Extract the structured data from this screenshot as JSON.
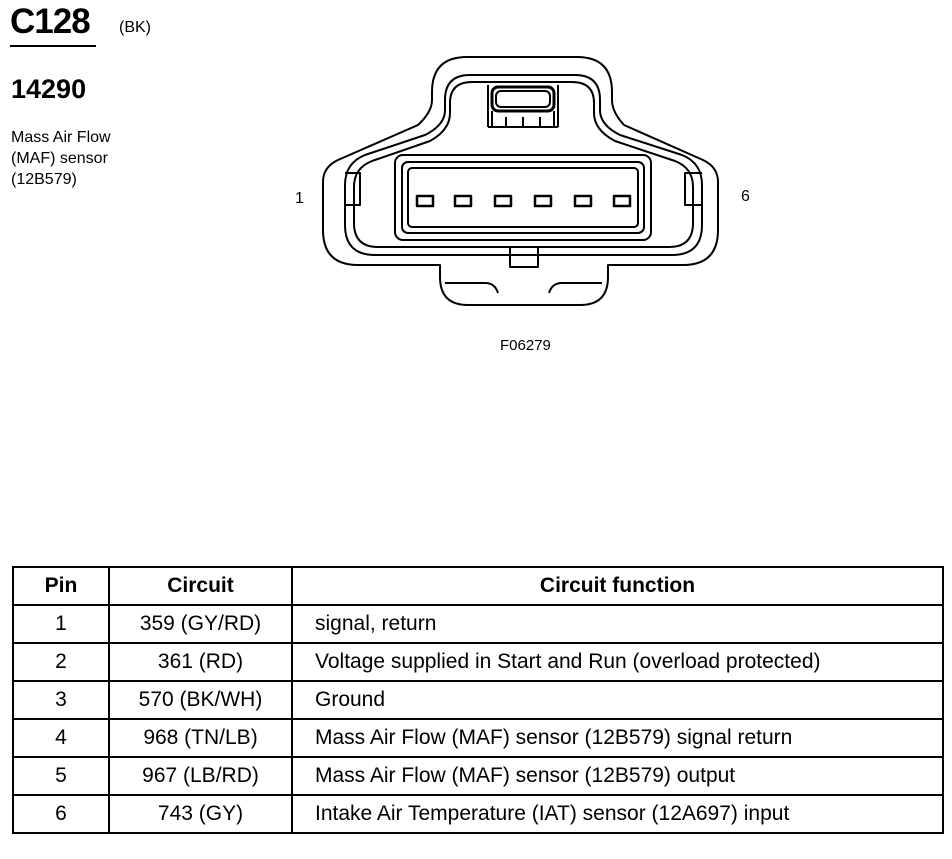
{
  "connector": {
    "id": "C128",
    "color": "(BK)",
    "part_number": "14290"
  },
  "description_lines": [
    "Mass Air Flow",
    "(MAF) sensor",
    "(12B579)"
  ],
  "pin_labels": {
    "left": "1",
    "right": "6"
  },
  "figure_id": "F06279",
  "table": {
    "headers": {
      "pin": "Pin",
      "circuit": "Circuit",
      "function": "Circuit function"
    },
    "rows": [
      {
        "pin": "1",
        "circuit": "359 (GY/RD)",
        "function": "signal, return"
      },
      {
        "pin": "2",
        "circuit": "361 (RD)",
        "function": "Voltage supplied in Start and Run (overload protected)"
      },
      {
        "pin": "3",
        "circuit": "570 (BK/WH)",
        "function": "Ground"
      },
      {
        "pin": "4",
        "circuit": "968 (TN/LB)",
        "function": "Mass Air Flow (MAF) sensor (12B579) signal return"
      },
      {
        "pin": "5",
        "circuit": "967 (LB/RD)",
        "function": "Mass Air Flow (MAF) sensor (12B579) output"
      },
      {
        "pin": "6",
        "circuit": "743 (GY)",
        "function": "Intake Air Temperature (IAT) sensor (12A697) input"
      }
    ]
  }
}
